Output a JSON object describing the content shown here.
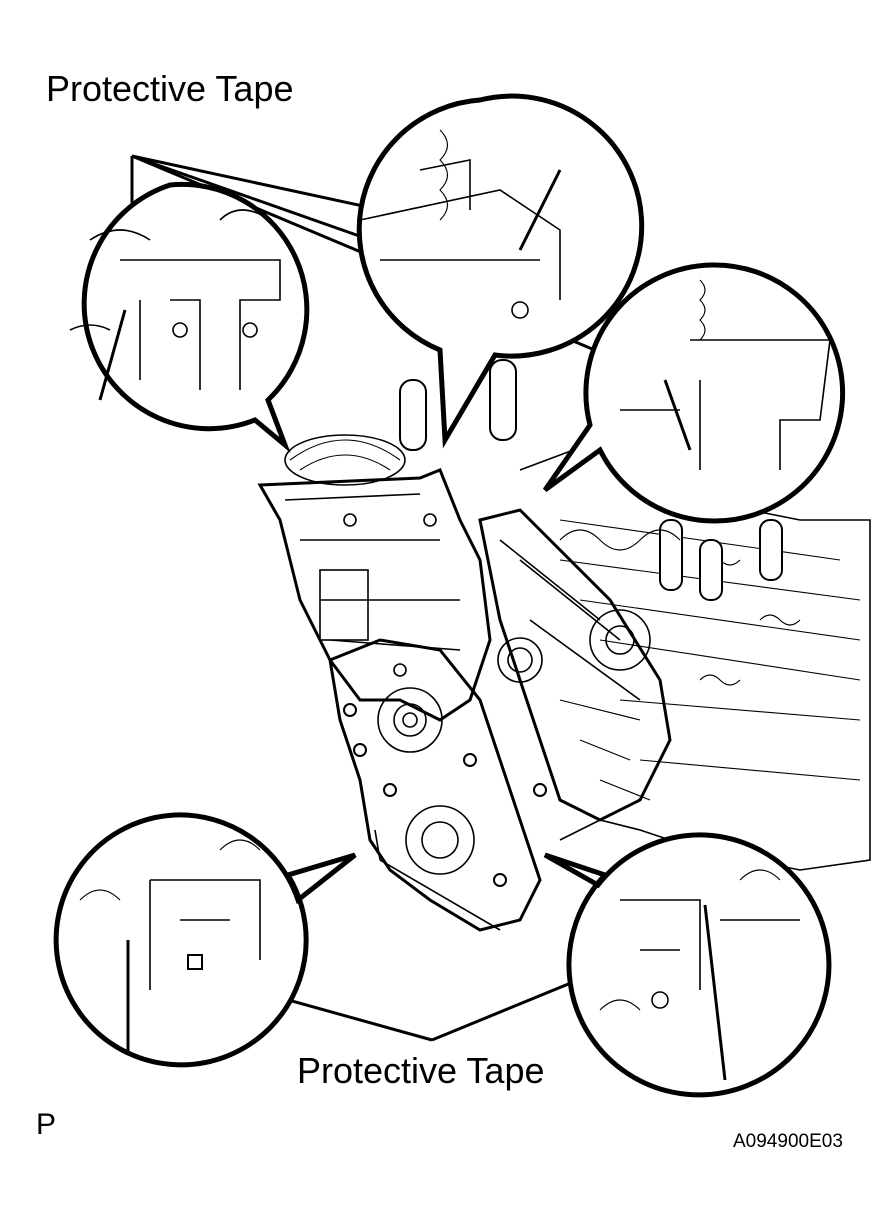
{
  "diagram": {
    "callout_label_top": "Protective Tape",
    "callout_label_bottom": "Protective Tape",
    "page_letter": "P",
    "figure_code": "A094900E03"
  },
  "colors": {
    "ink": "#000000",
    "paper": "#ffffff"
  }
}
